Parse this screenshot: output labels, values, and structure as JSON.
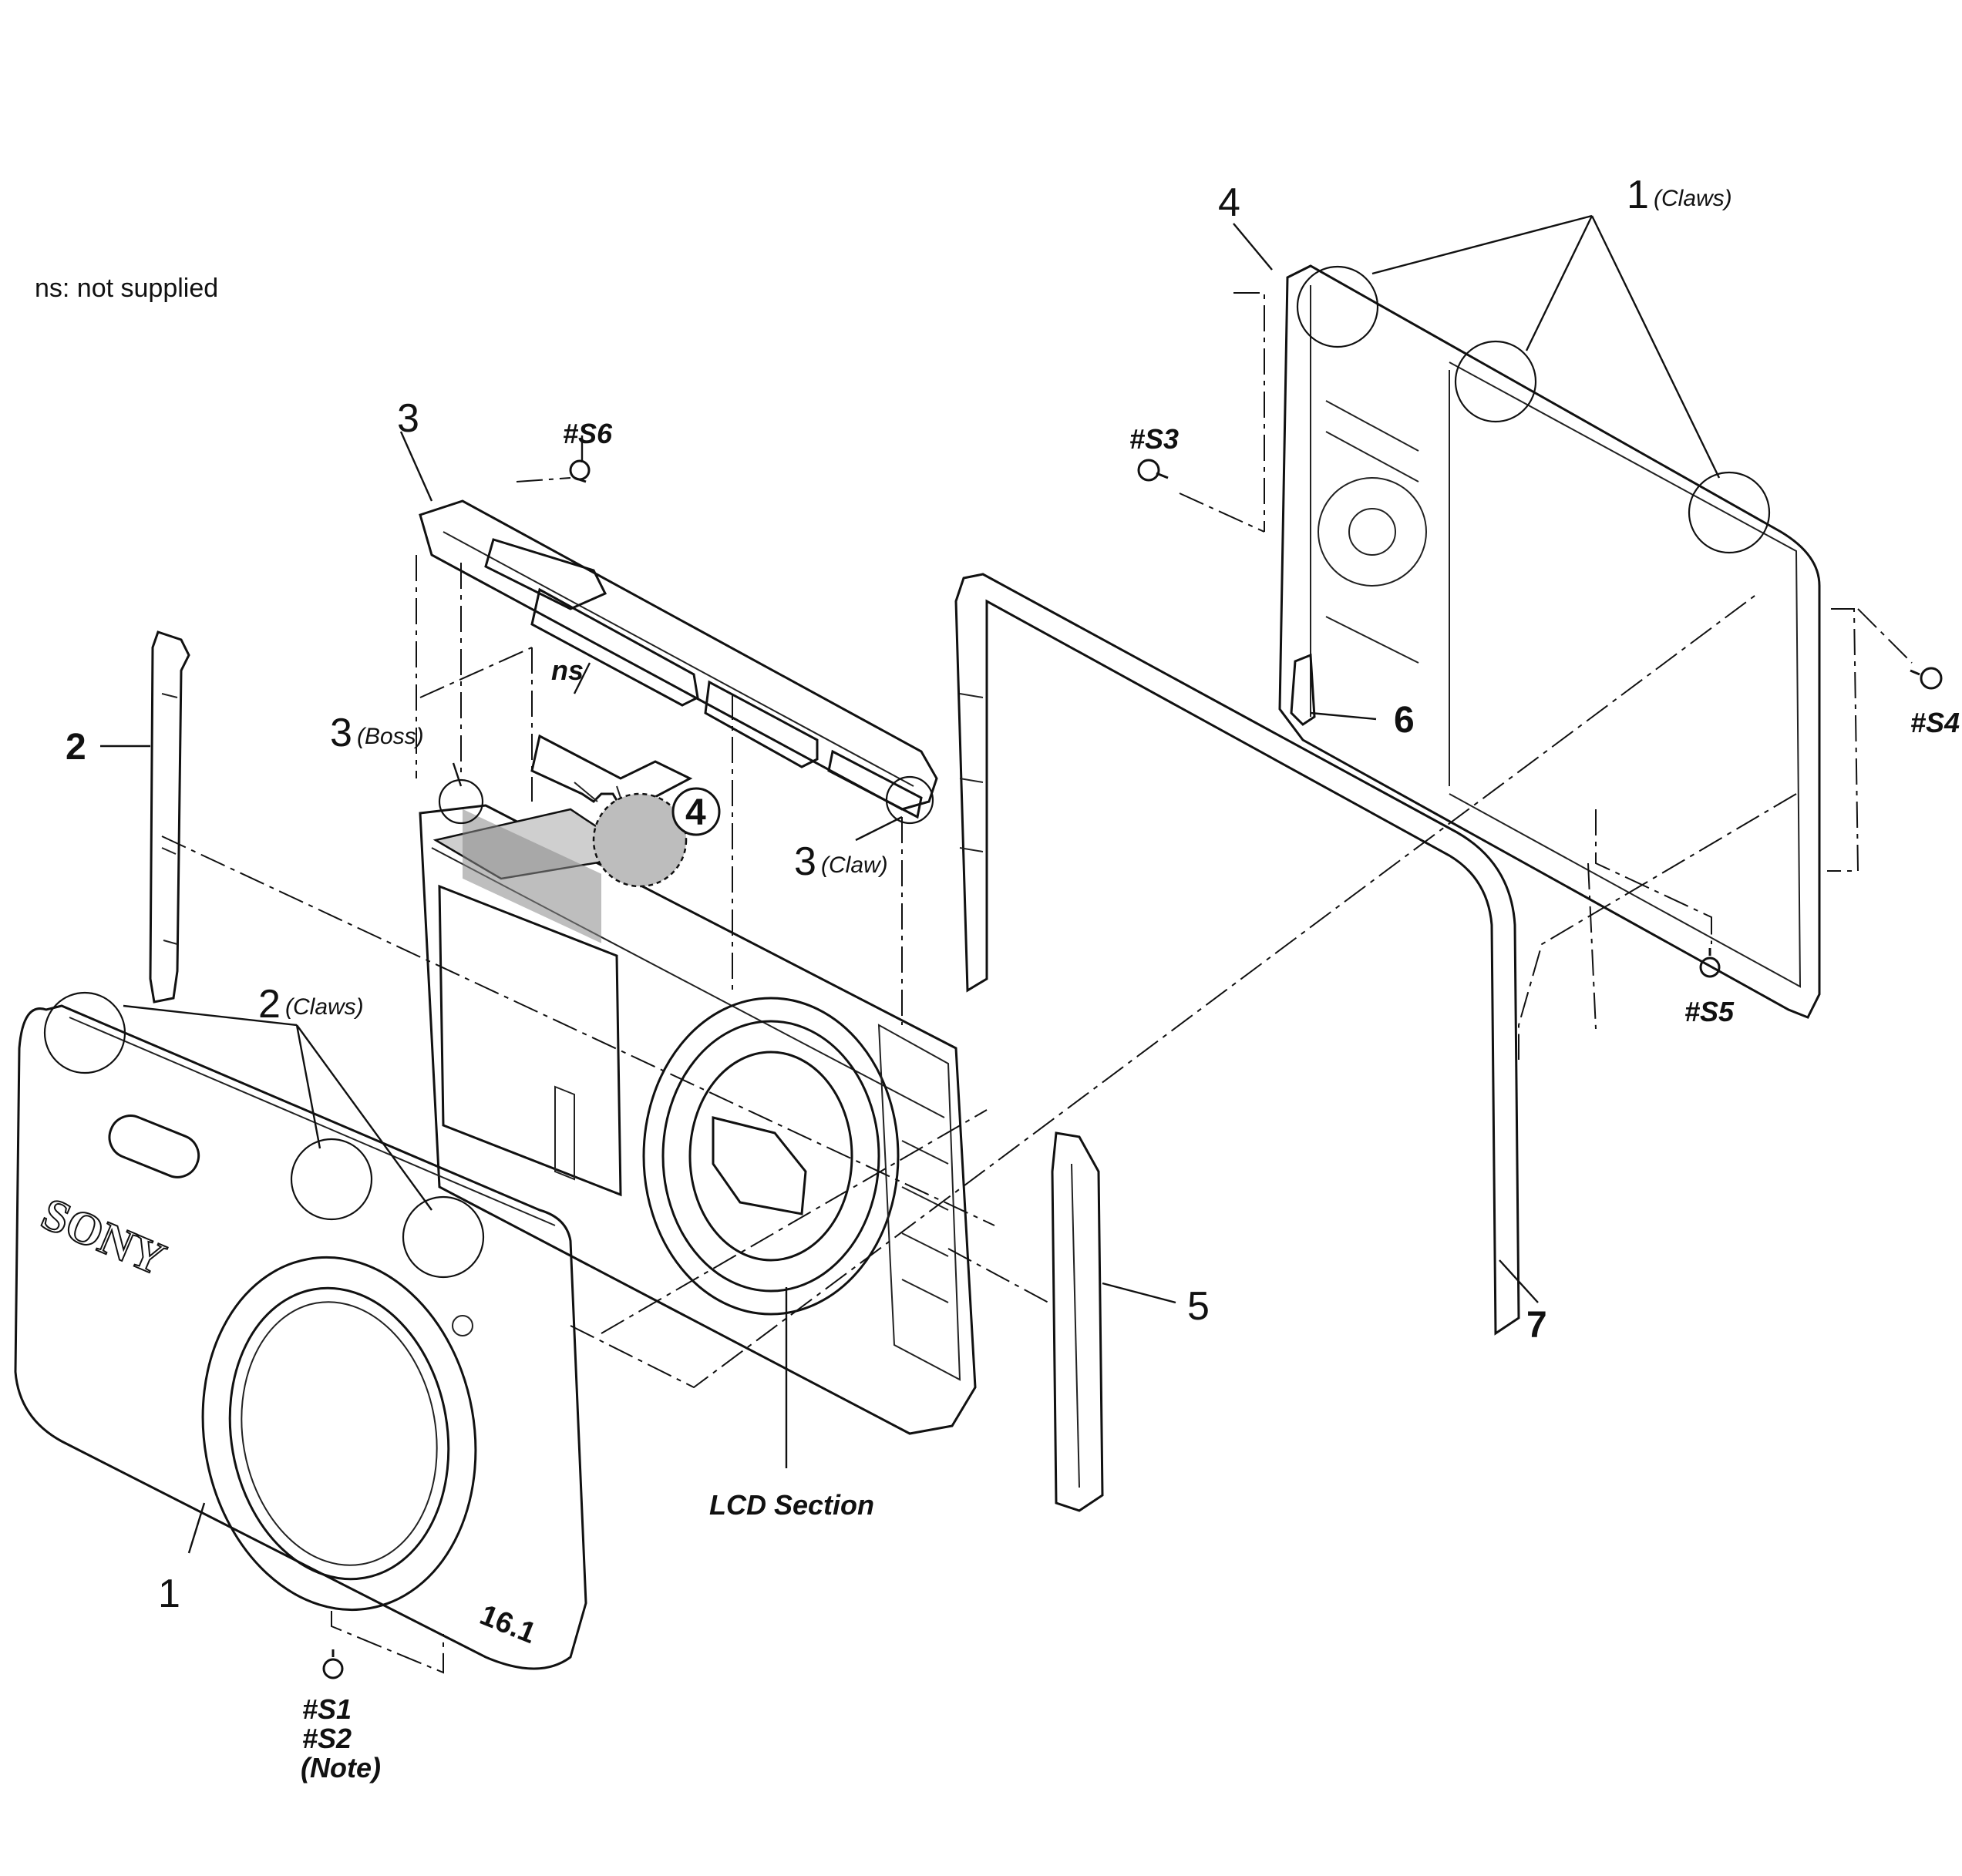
{
  "notes": {
    "ns_legend": "ns: not supplied"
  },
  "labels": {
    "front_cover_num": "1",
    "front_claws_num": "2",
    "front_claws_sub": "(Claws)",
    "side_part_num": "2",
    "top_cover_num": "3",
    "boss_num": "3",
    "boss_sub": "(Boss)",
    "claw_num": "3",
    "claw_sub": "(Claw)",
    "ns_tag": "ns",
    "circled_num": "4",
    "back_cover_num": "4",
    "back_claws_num": "1",
    "back_claws_sub": "(Claws)",
    "side_strip_num": "5",
    "small_part_num": "6",
    "frame_num": "7",
    "lcd_section": "LCD Section"
  },
  "screws": {
    "s1": "#S1",
    "s2": "#S2",
    "s2_note": "(Note)",
    "s3": "#S3",
    "s4": "#S4",
    "s5": "#S5",
    "s6": "#S6"
  },
  "logo": {
    "brand": "SONY",
    "megapixels": "16.1"
  },
  "colors": {
    "ink": "#111111",
    "background": "#ffffff"
  }
}
